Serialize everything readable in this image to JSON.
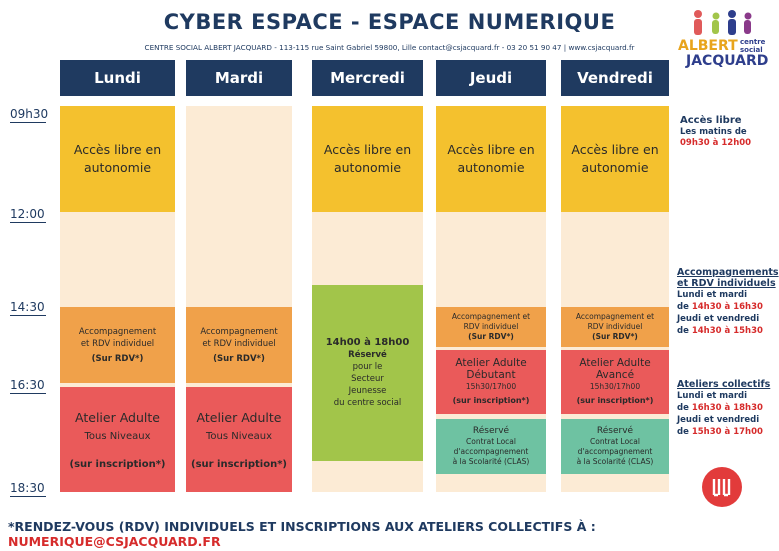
{
  "header": {
    "title": "CYBER ESPACE - ESPACE NUMERIQUE",
    "address": "CENTRE SOCIAL ALBERT JACQUARD - 113-115 rue Saint Gabriel 59800, Lille contact@csjacquard.fr  - 03 20 51 90 47  |  www.csjacquard.fr"
  },
  "logo": {
    "word1": "ALBERT",
    "word2": "JACQUARD",
    "cs1": "centre",
    "cs2": "social"
  },
  "days": [
    "Lundi",
    "Mardi",
    "Mercredi",
    "Jeudi",
    "Vendredi"
  ],
  "times": [
    "09h30",
    "12:00",
    "14:30",
    "16:30",
    "18:30"
  ],
  "blocks": {
    "acces_libre_1": "Accès libre en",
    "acces_libre_2": "autonomie",
    "accomp_1": "Accompagnement",
    "accomp_2": "et RDV individuel",
    "sur_rdv": "(Sur RDV*)",
    "atelier_adulte": "Atelier Adulte",
    "tous_niveaux": "Tous Niveaux",
    "sur_inscription": "(sur inscription*)",
    "mer_time": "14h00 à 18h00",
    "mer_reserve": "Réservé",
    "mer_l1": "pour le",
    "mer_l2": "Secteur",
    "mer_l3": "Jeunesse",
    "mer_l4": "du centre social",
    "jv_accomp_1": "Accompagnement et",
    "jv_accomp_2": "RDV individuel",
    "jeu_atelier_1": "Atelier Adulte",
    "jeu_atelier_2": "Débutant",
    "ven_atelier_1": "Atelier Adulte",
    "ven_atelier_2": "Avancé",
    "slot": "15h30/17h00",
    "clas_1": "Réservé",
    "clas_2": "Contrat Local",
    "clas_3": "d'accompagnement",
    "clas_4": "à la Scolarité (CLAS)"
  },
  "legend": {
    "acces_title": "Accès libre",
    "acces_text": "Les matins de",
    "acces_hours": "09h30 à 12h00",
    "accomp_title_1": "Accompagnements",
    "accomp_title_2": "et RDV individuels",
    "accomp_t1": "Lundi et mardi",
    "accomp_pre": "de",
    "accomp_h1": "14h30 à 16h30",
    "accomp_t2": "Jeudi et vendredi",
    "accomp_h2": "14h30 à 15h30",
    "ateliers_title": "Ateliers collectifs",
    "at_t1": "Lundi et mardi",
    "at_h1": "16h30 à 18h30",
    "at_t2": "Jeudi et vendredi",
    "at_h2": "15h30 à 17h00"
  },
  "footer": {
    "text": "*RENDEZ-VOUS (RDV)  INDIVIDUELS ET INSCRIPTIONS AUX ATELIERS COLLECTIFS À : ",
    "email": "NUMERIQUE@CSJACQUARD.FR"
  },
  "colors": {
    "navy": "#1f3a60",
    "yellow": "#f4c12e",
    "orange": "#f0a14a",
    "red": "#ea5a5a",
    "green": "#a2c54a",
    "teal": "#6ec2a2",
    "cream": "#fcebd5",
    "accent_red": "#d62b2b"
  }
}
